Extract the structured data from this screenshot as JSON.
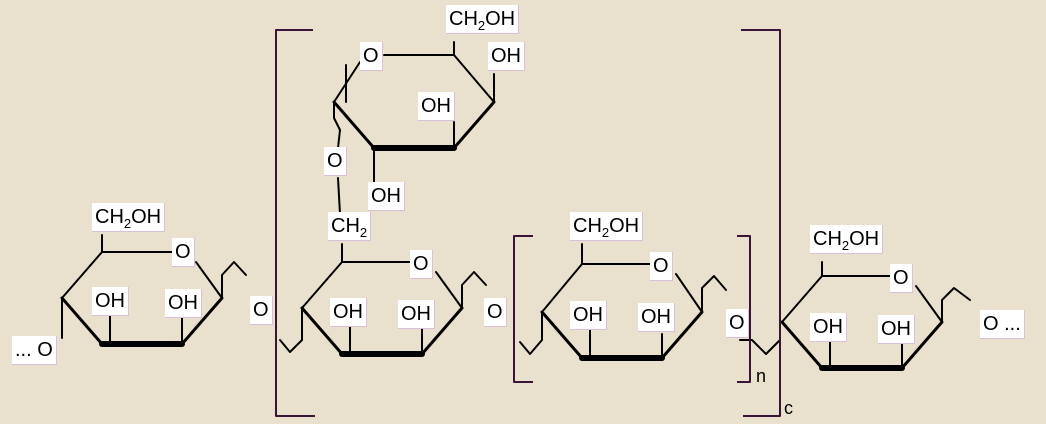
{
  "labels": {
    "oh": "OH",
    "o": "O",
    "ch2oh_a": "CH",
    "ch2oh_b": "OH",
    "ch2_a": "CH",
    "sub2": "2",
    "ellipsis": "...",
    "n": "n",
    "c": "c"
  }
}
